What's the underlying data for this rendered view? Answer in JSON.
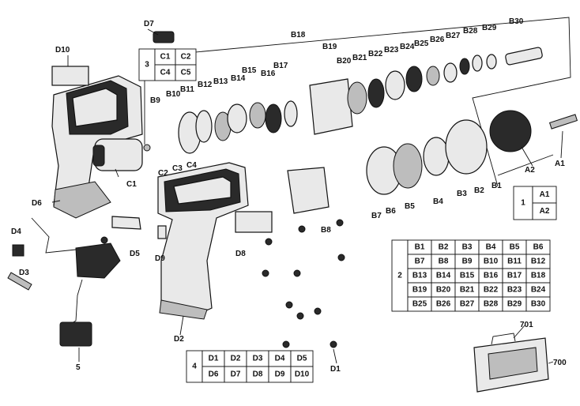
{
  "callouts": {
    "A1": "A1",
    "A2": "A2",
    "B1": "B1",
    "B2": "B2",
    "B3": "B3",
    "B4": "B4",
    "B5": "B5",
    "B6": "B6",
    "B7": "B7",
    "B8": "B8",
    "B9": "B9",
    "B10": "B10",
    "B11": "B11",
    "B12": "B12",
    "B13": "B13",
    "B14": "B14",
    "B15": "B15",
    "B16": "B16",
    "B17": "B17",
    "B18": "B18",
    "B19": "B19",
    "B20": "B20",
    "B21": "B21",
    "B22": "B22",
    "B23": "B23",
    "B24": "B24",
    "B25": "B25",
    "B26": "B26",
    "B27": "B27",
    "B28": "B28",
    "B29": "B29",
    "B30": "B30",
    "C1": "C1",
    "C2": "C2",
    "C3": "C3",
    "C4": "C4",
    "D1": "D1",
    "D2": "D2",
    "D3": "D3",
    "D4": "D4",
    "D5": "D5",
    "D6": "D6",
    "D7": "D7",
    "D8": "D8",
    "D9": "D9",
    "D10": "D10",
    "n5": "5",
    "n700": "700",
    "n701": "701"
  },
  "table_c": {
    "group": "3",
    "rows": [
      [
        "C1",
        "C2"
      ],
      [
        "C4",
        "C5"
      ]
    ]
  },
  "table_a": {
    "group": "1",
    "rows": [
      [
        "A1"
      ],
      [
        "A2"
      ]
    ]
  },
  "table_b": {
    "group": "2",
    "rows": [
      [
        "B1",
        "B2",
        "B3",
        "B4",
        "B5",
        "B6"
      ],
      [
        "B7",
        "B8",
        "B9",
        "B10",
        "B11",
        "B12"
      ],
      [
        "B13",
        "B14",
        "B15",
        "B16",
        "B17",
        "B18"
      ],
      [
        "B19",
        "B20",
        "B21",
        "B22",
        "B23",
        "B24"
      ],
      [
        "B25",
        "B26",
        "B27",
        "B28",
        "B29",
        "B30"
      ]
    ]
  },
  "table_d": {
    "group": "4",
    "rows": [
      [
        "D1",
        "D2",
        "D3",
        "D4",
        "D5"
      ],
      [
        "D6",
        "D7",
        "D8",
        "D9",
        "D10"
      ]
    ]
  }
}
